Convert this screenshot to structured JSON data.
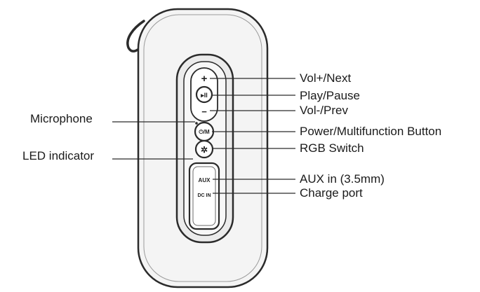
{
  "labels": {
    "vol_next": "Vol+/Next",
    "play_pause": "Play/Pause",
    "vol_prev": "Vol-/Prev",
    "microphone": "Microphone",
    "power_multifunction": "Power/Multifunction Button",
    "rgb_switch": "RGB Switch",
    "led_indicator": "LED indicator",
    "aux_in": "AUX in (3.5mm)",
    "charge_port": "Charge port"
  },
  "buttons": {
    "plus_glyph": "+",
    "play_glyph": "▸II",
    "minus_glyph": "−",
    "power_glyph": "⏻/M",
    "rgb_glyph": "✲"
  },
  "ports": {
    "aux": "AUX",
    "dc_in": "DC IN"
  },
  "colors": {
    "stroke": "#2b2b2b",
    "speaker_fill": "#f4f4f4",
    "panel_fill": "#ebebeb"
  }
}
